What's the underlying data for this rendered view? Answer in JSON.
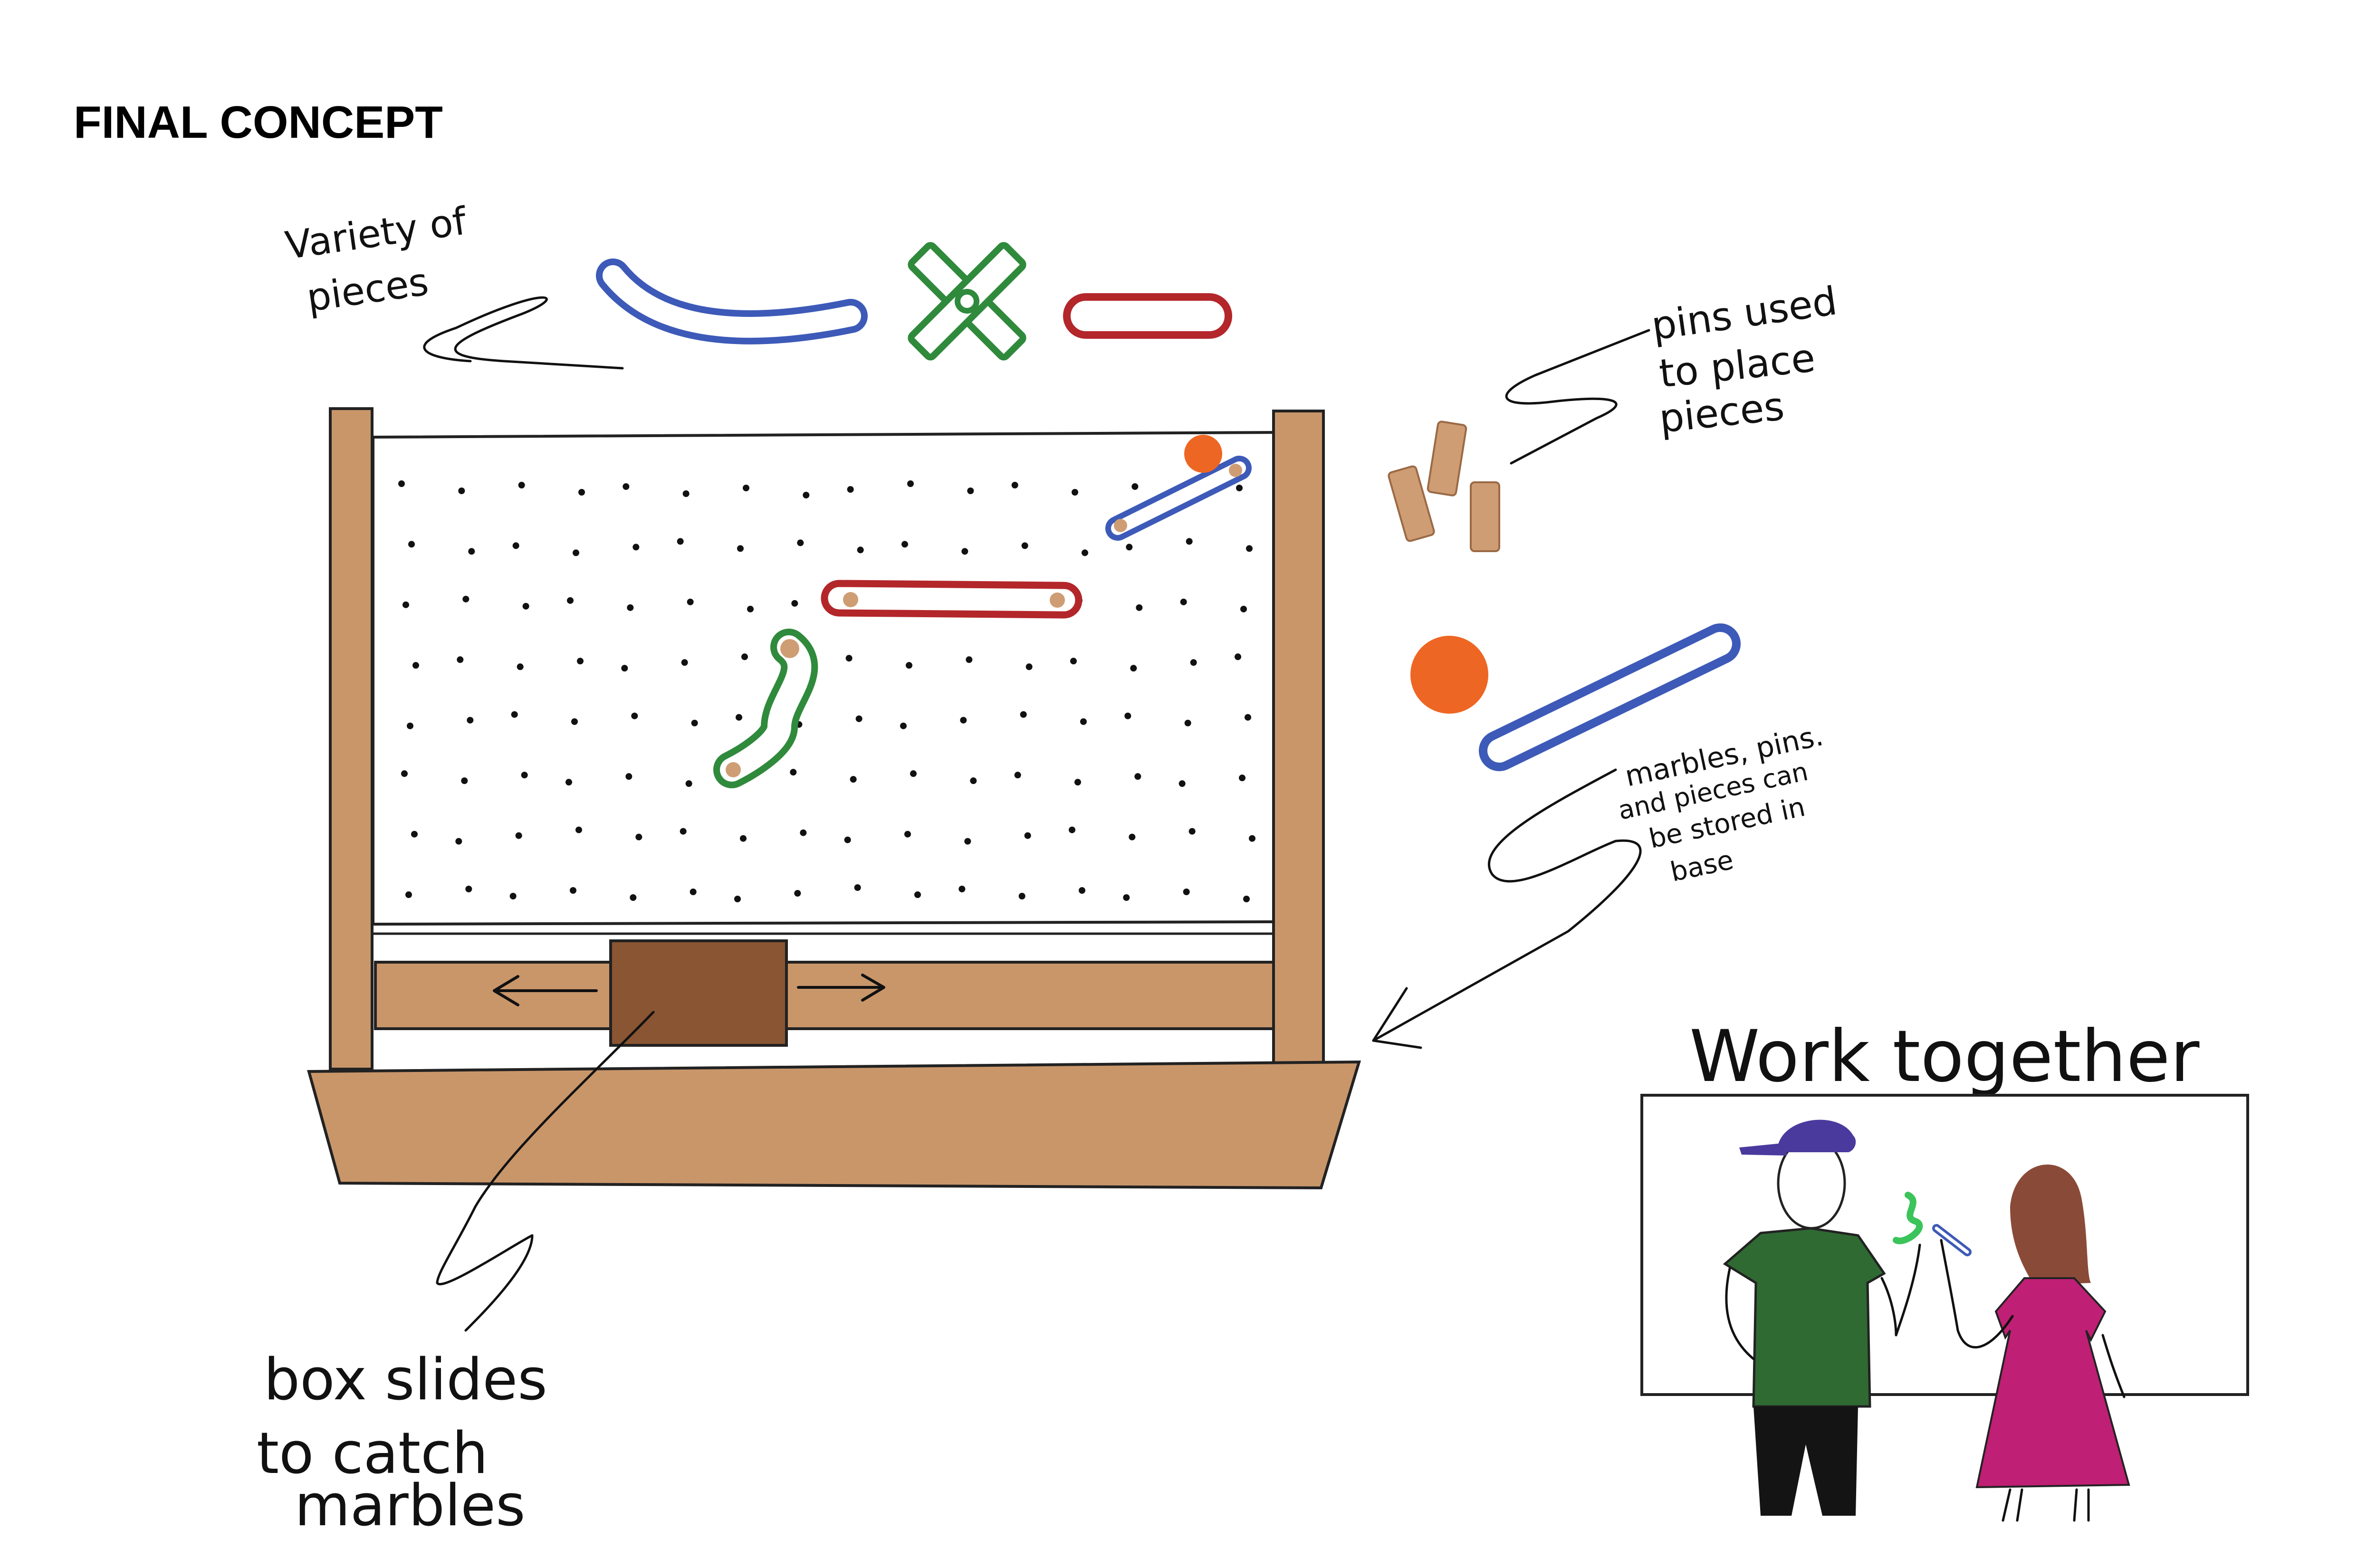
{
  "page_title": "FINAL CONCEPT",
  "annotations": {
    "variety_of_pieces": [
      "Variety of",
      "pieces"
    ],
    "pins_used": [
      "pins used",
      "to place",
      "pieces"
    ],
    "storage": [
      "marbles, pins.",
      "and pieces can",
      "be stored in",
      "base"
    ],
    "box_slides": [
      "box slides",
      "to catch",
      "marbles"
    ],
    "work_together": "Work together"
  },
  "colors": {
    "wood": "#c9966a",
    "box": "#8a5533",
    "blue_piece": "#3d5ab8",
    "red_piece": "#b3262a",
    "green_piece": "#2f8a3c",
    "marble": "#ee6623",
    "pin": "#cf9d74",
    "cap": "#4a3a9e",
    "shirt": "#2f6a33",
    "dress": "#bf1f74",
    "hair": "#8a4a38",
    "pants": "#141414"
  },
  "icons": {
    "curved_piece": "curved-piece-icon",
    "cross_piece": "cross-piece-icon",
    "straight_piece": "straight-piece-icon",
    "pin": "pin-icon",
    "marble": "marble-icon",
    "sliding_box": "sliding-box-icon"
  }
}
